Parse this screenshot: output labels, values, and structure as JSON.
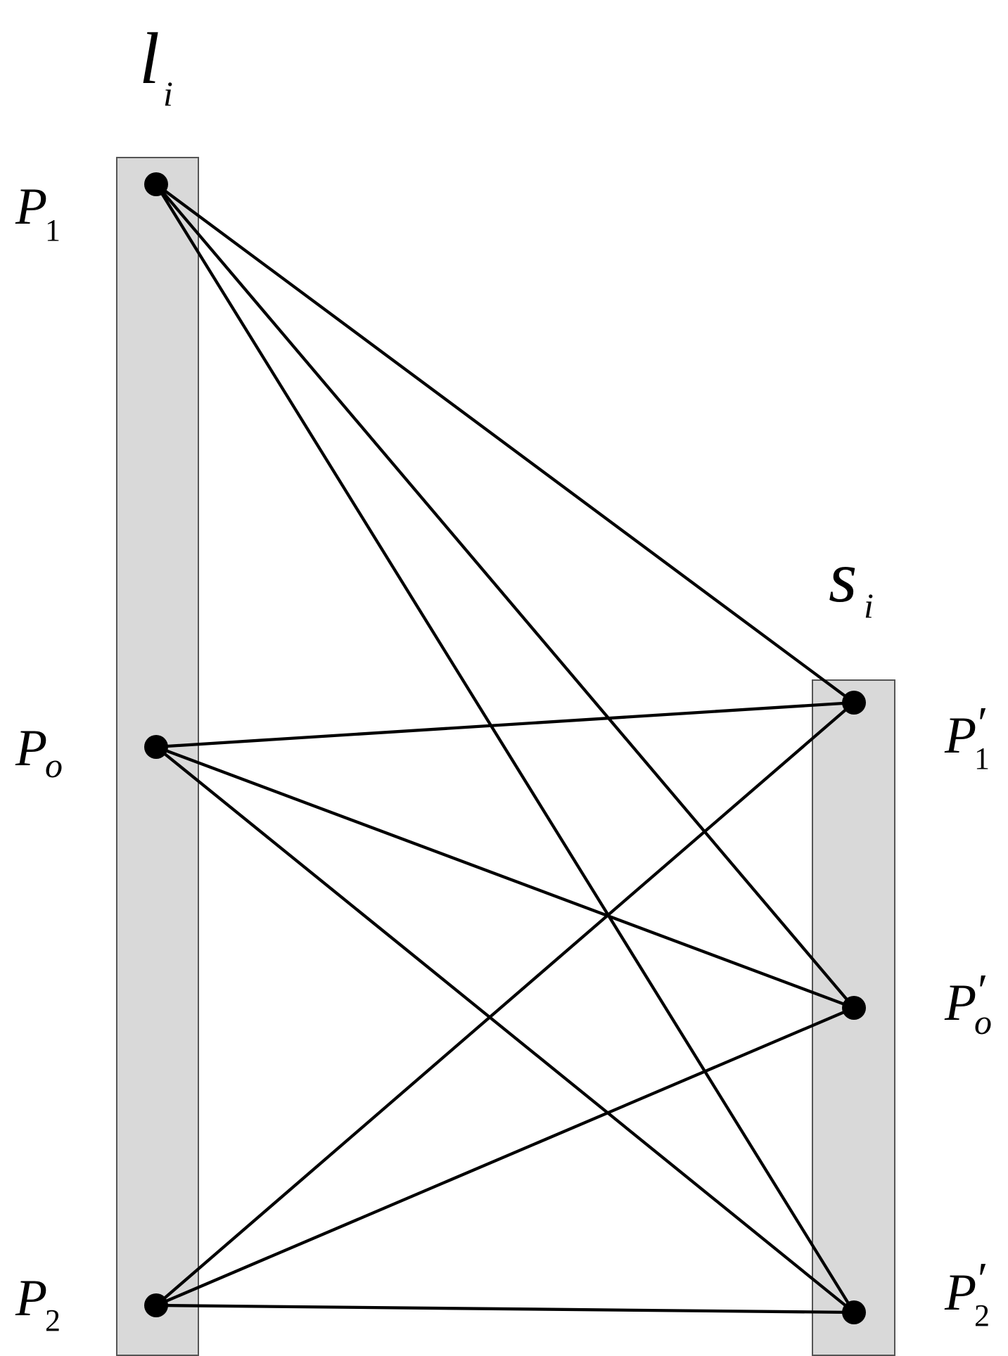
{
  "left_set": {
    "symbol": "l",
    "subscript": "i"
  },
  "right_set": {
    "symbol": "s",
    "subscript": "i"
  },
  "left_nodes": [
    {
      "id": "P1",
      "label": "P",
      "subscript": "1",
      "prime": ""
    },
    {
      "id": "Po",
      "label": "P",
      "subscript": "o",
      "prime": ""
    },
    {
      "id": "P2",
      "label": "P",
      "subscript": "2",
      "prime": ""
    }
  ],
  "right_nodes": [
    {
      "id": "P1p",
      "label": "P",
      "subscript": "1",
      "prime": "′"
    },
    {
      "id": "Pop",
      "label": "P",
      "subscript": "o",
      "prime": "′"
    },
    {
      "id": "P2p",
      "label": "P",
      "subscript": "2",
      "prime": "′"
    }
  ],
  "edges": [
    [
      "P1",
      "P1p"
    ],
    [
      "P1",
      "Pop"
    ],
    [
      "P1",
      "P2p"
    ],
    [
      "Po",
      "P1p"
    ],
    [
      "Po",
      "Pop"
    ],
    [
      "Po",
      "P2p"
    ],
    [
      "P2",
      "P1p"
    ],
    [
      "P2",
      "Pop"
    ],
    [
      "P2",
      "P2p"
    ]
  ]
}
